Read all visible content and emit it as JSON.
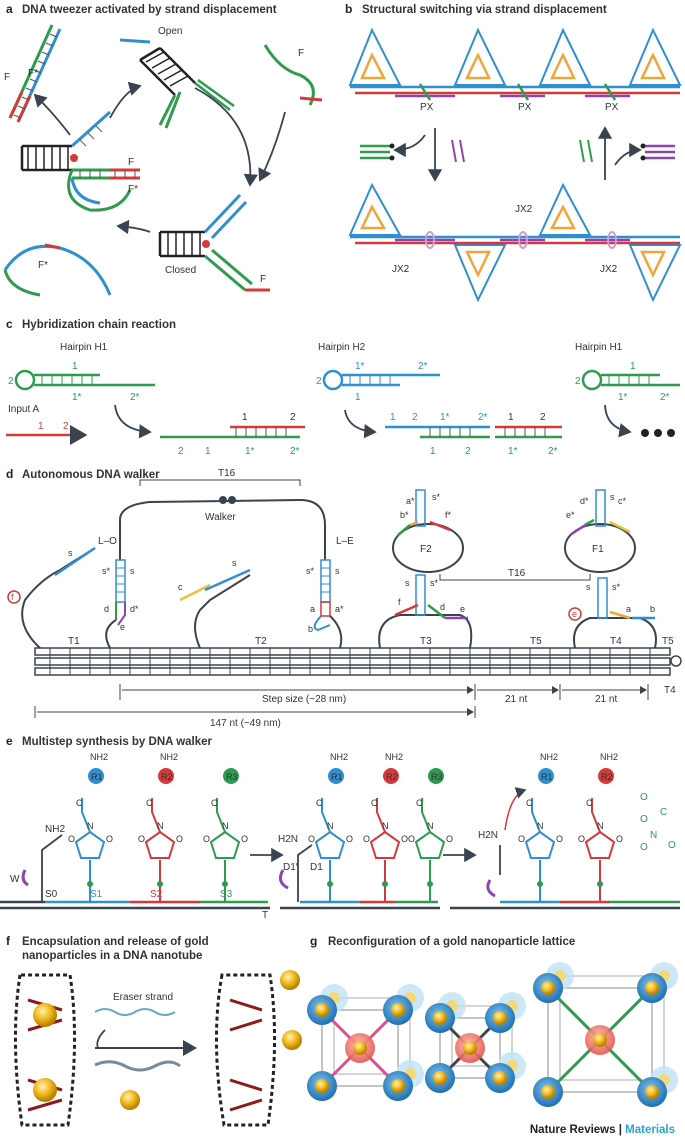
{
  "panels": {
    "a": {
      "letter": "a",
      "title": "DNA tweezer activated by strand displacement",
      "labels": {
        "open": "Open",
        "closed": "Closed",
        "f": "F",
        "fstar": "F*"
      }
    },
    "b": {
      "letter": "b",
      "title": "Structural switching via strand displacement",
      "labels": {
        "px": "PX",
        "jx2": "JX2"
      }
    },
    "c": {
      "letter": "c",
      "title": "Hybridization chain reaction",
      "labels": {
        "h1": "Hairpin H1",
        "h2": "Hairpin H2",
        "input": "Input A",
        "n1": "1",
        "n2": "2",
        "n1s": "1*",
        "n2s": "2*"
      }
    },
    "d": {
      "letter": "d",
      "title": "Autonomous DNA walker",
      "labels": {
        "t16": "T16",
        "walker": "Walker",
        "lo": "L–O",
        "le": "L–E",
        "t1": "T1",
        "t2": "T2",
        "t3": "T3",
        "t4": "T4",
        "t5": "T5",
        "f1": "F1",
        "f2": "F2",
        "s": "s",
        "ss": "s*",
        "a": "a",
        "as": "a*",
        "b": "b",
        "bs": "b*",
        "c": "c",
        "cs": "c*",
        "d": "d",
        "ds": "d*",
        "e": "e",
        "es": "e*",
        "f": "f",
        "fs": "f*",
        "circf": "f",
        "circe": "e",
        "step": "Step size (~28 nm)",
        "nt21": "21 nt",
        "nt147": "147 nt (~49 nm)"
      }
    },
    "e": {
      "letter": "e",
      "title": "Multistep synthesis by DNA walker",
      "labels": {
        "nh2": "NH2",
        "h2n": "H2N",
        "r1": "R1",
        "r2": "R2",
        "r3": "R3",
        "w": "W",
        "s0": "S0",
        "s1": "S1",
        "s2": "S2",
        "s3": "S3",
        "t": "T",
        "d1": "D1",
        "d1p": "D1′",
        "o": "O",
        "n": "N",
        "c": "C"
      }
    },
    "f": {
      "letter": "f",
      "title_line1": "Encapsulation and release of gold",
      "title_line2": "nanoparticles in a DNA nanotube",
      "labels": {
        "eraser": "Eraser strand"
      }
    },
    "g": {
      "letter": "g",
      "title": "Reconfiguration of a gold nanoparticle lattice"
    }
  },
  "credit": {
    "journal": "Nature Reviews",
    "separator": " | ",
    "section": "Materials"
  },
  "colors": {
    "red": "#d43a3a",
    "blue": "#2f8fd1",
    "green": "#2e9b4f",
    "purple": "#8e44ad",
    "orange": "#f0a53a",
    "yellow": "#e8c23a",
    "dark": "#3a4450",
    "gold": "#f2b820"
  }
}
